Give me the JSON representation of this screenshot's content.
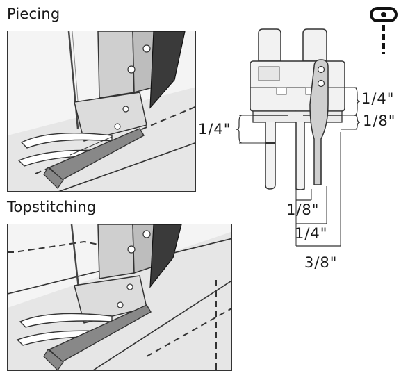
{
  "headings": {
    "piecing": "Piecing",
    "topstitching": "Topstitching"
  },
  "dimensions": {
    "top_quarter": "1/4\"",
    "top_eighth": "1/8\"",
    "left_quarter": "1/4\"",
    "bottom_eighth": "1/8\"",
    "bottom_quarter": "1/4\"",
    "bottom_three_eighths": "3/8\""
  },
  "icons": {
    "corner": "needle-position-icon"
  }
}
